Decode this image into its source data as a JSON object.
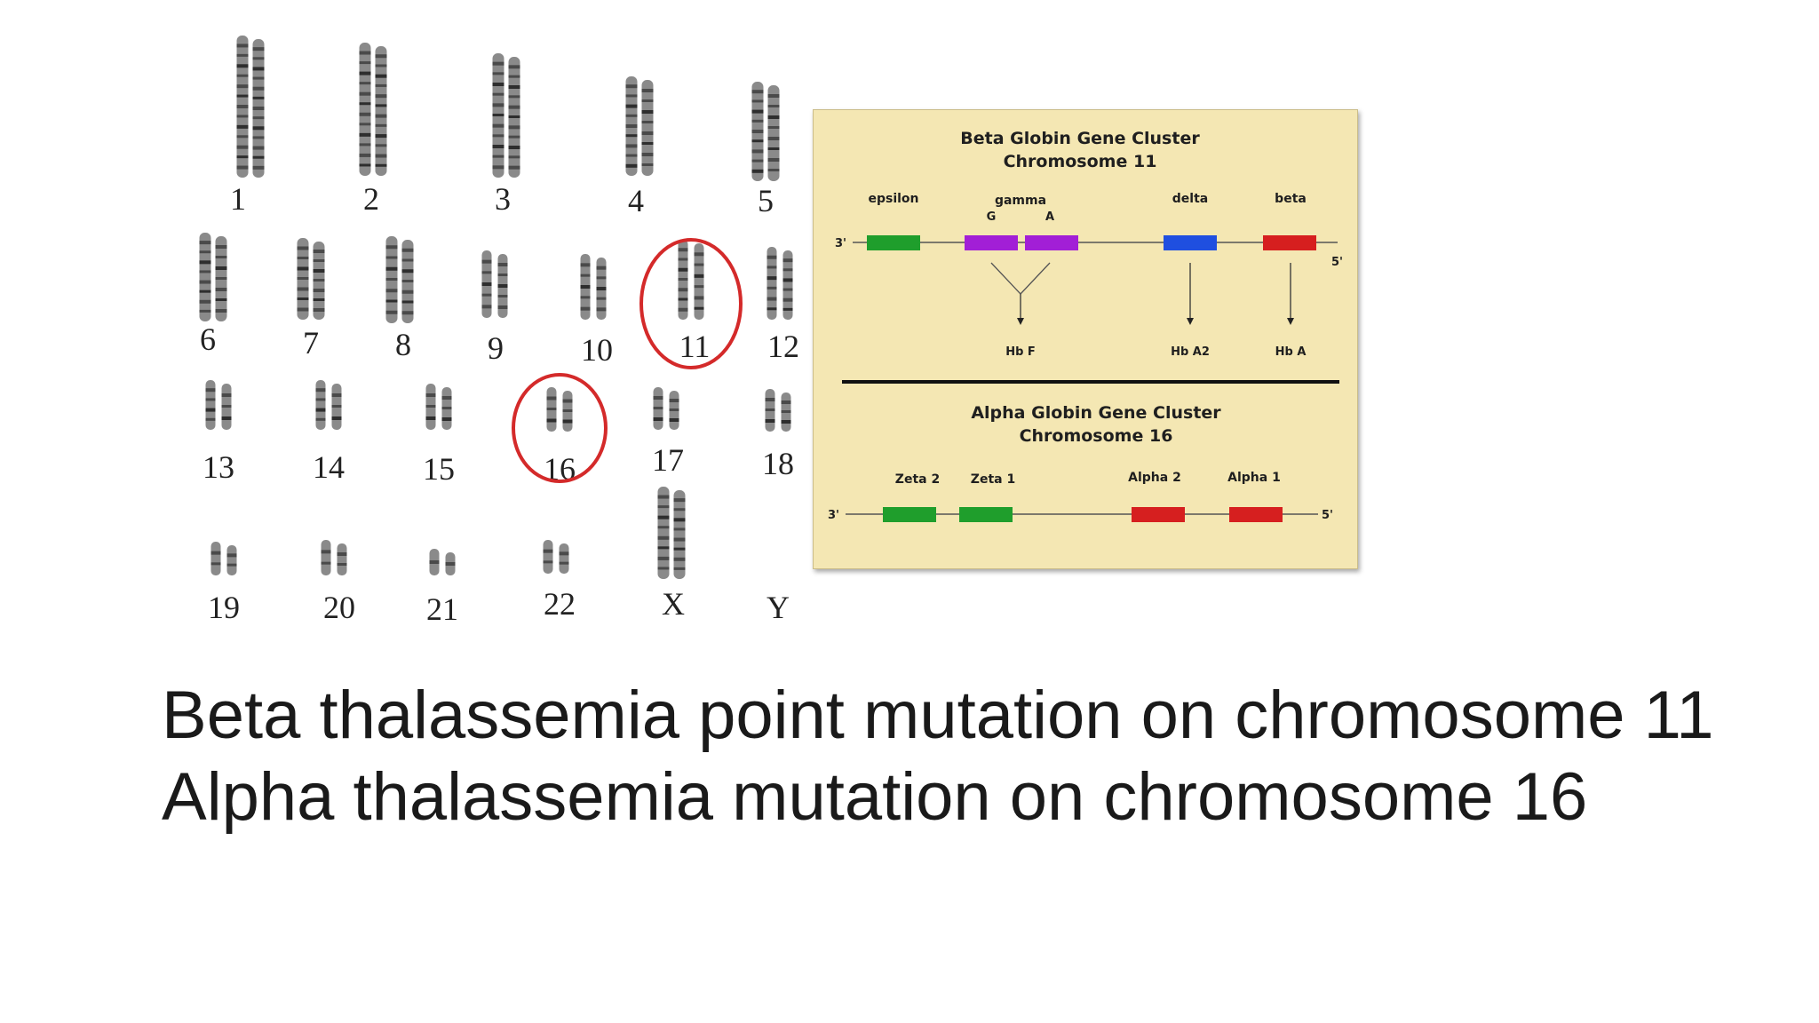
{
  "karyotype": {
    "chromosomes": [
      {
        "label": "1"
      },
      {
        "label": "2"
      },
      {
        "label": "3"
      },
      {
        "label": "4"
      },
      {
        "label": "5"
      },
      {
        "label": "6"
      },
      {
        "label": "7"
      },
      {
        "label": "8"
      },
      {
        "label": "9"
      },
      {
        "label": "10"
      },
      {
        "label": "11",
        "highlighted": true
      },
      {
        "label": "12"
      },
      {
        "label": "13"
      },
      {
        "label": "14"
      },
      {
        "label": "15"
      },
      {
        "label": "16",
        "highlighted": true
      },
      {
        "label": "17"
      },
      {
        "label": "18"
      },
      {
        "label": "19"
      },
      {
        "label": "20"
      },
      {
        "label": "21"
      },
      {
        "label": "22"
      },
      {
        "label": "X"
      },
      {
        "label": "Y"
      }
    ],
    "highlight_color": "#d42a2a"
  },
  "beta_cluster": {
    "title_line1": "Beta Globin Gene Cluster",
    "title_line2": "Chromosome 11",
    "end_left": "3'",
    "end_right": "5'",
    "genes": [
      {
        "name": "epsilon",
        "color": "#1f9e2c"
      },
      {
        "name": "gamma",
        "sub": [
          "G",
          "A"
        ],
        "color": "#a21fd6"
      },
      {
        "name": "delta",
        "color": "#1f4fe0"
      },
      {
        "name": "beta",
        "color": "#d61f1f"
      }
    ],
    "products": [
      "Hb F",
      "Hb A2",
      "Hb A"
    ]
  },
  "alpha_cluster": {
    "title_line1": "Alpha Globin Gene Cluster",
    "title_line2": "Chromosome 16",
    "end_left": "3'",
    "end_right": "5'",
    "genes": [
      {
        "name": "Zeta 2",
        "color": "#1f9e2c"
      },
      {
        "name": "Zeta 1",
        "color": "#1f9e2c"
      },
      {
        "name": "Alpha 2",
        "color": "#d61f1f"
      },
      {
        "name": "Alpha 1",
        "color": "#d61f1f"
      }
    ]
  },
  "caption": {
    "line1": "Beta thalassemia point mutation on chromosome 11",
    "line2": "Alpha thalassemia mutation on chromosome 16"
  }
}
